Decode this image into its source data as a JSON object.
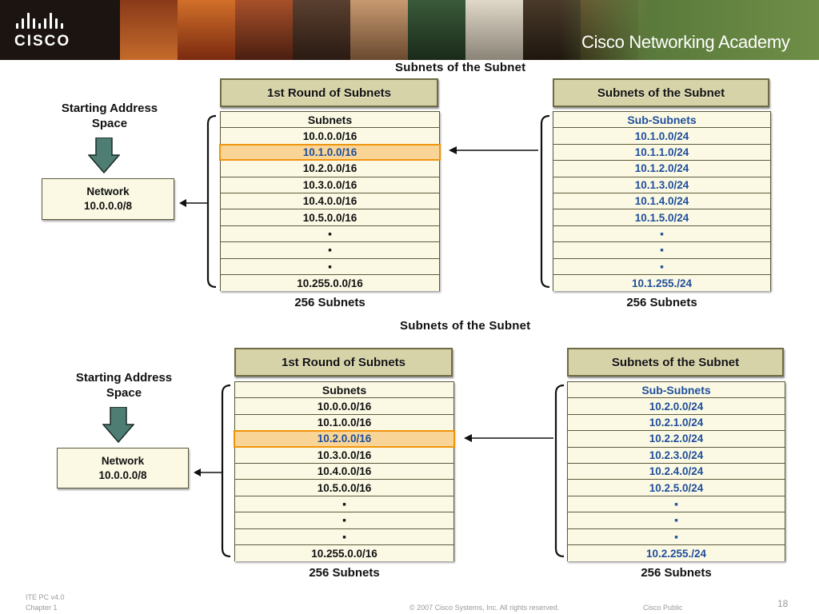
{
  "header": {
    "logo_text": "CISCO",
    "academy_text": "Cisco Networking Academy"
  },
  "diagrams": [
    {
      "title": "Subnets of the Subnet",
      "start_label_line1": "Starting Address",
      "start_label_line2": "Space",
      "network_label": "Network",
      "network_address": "10.0.0.0/8",
      "left_header": "1st Round of Subnets",
      "left_rows": [
        "Subnets",
        "10.0.0.0/16",
        "10.1.0.0/16",
        "10.2.0.0/16",
        "10.3.0.0/16",
        "10.4.0.0/16",
        "10.5.0.0/16",
        "▪",
        "▪",
        "▪",
        "10.255.0.0/16"
      ],
      "left_highlight_index": 2,
      "left_count": "256 Subnets",
      "right_header": "Subnets of the Subnet",
      "right_rows": [
        "Sub-Subnets",
        "10.1.0.0/24",
        "10.1.1.0/24",
        "10.1.2.0/24",
        "10.1.3.0/24",
        "10.1.4.0/24",
        "10.1.5.0/24",
        "▪",
        "▪",
        "▪",
        "10.1.255./24"
      ],
      "right_count": "256 Subnets"
    },
    {
      "title": "Subnets of the Subnet",
      "start_label_line1": "Starting Address",
      "start_label_line2": "Space",
      "network_label": "Network",
      "network_address": "10.0.0.0/8",
      "left_header": "1st Round of Subnets",
      "left_rows": [
        "Subnets",
        "10.0.0.0/16",
        "10.1.0.0/16",
        "10.2.0.0/16",
        "10.3.0.0/16",
        "10.4.0.0/16",
        "10.5.0.0/16",
        "▪",
        "▪",
        "▪",
        "10.255.0.0/16"
      ],
      "left_highlight_index": 3,
      "left_count": "256 Subnets",
      "right_header": "Subnets of the Subnet",
      "right_rows": [
        "Sub-Subnets",
        "10.2.0.0/24",
        "10.2.1.0/24",
        "10.2.2.0/24",
        "10.2.3.0/24",
        "10.2.4.0/24",
        "10.2.5.0/24",
        "▪",
        "▪",
        "▪",
        "10.2.255./24"
      ],
      "right_count": "256 Subnets"
    }
  ],
  "footer": {
    "course": "ITE PC v4.0",
    "chapter": "Chapter 1",
    "copyright": "© 2007 Cisco Systems, Inc. All rights reserved.",
    "classification": "Cisco Public",
    "page_number": "18"
  },
  "colors": {
    "header_bg": "#d7d3a8",
    "row_bg": "#fbf9e4",
    "highlight_bg": "#f8d596",
    "highlight_border": "#f0940c",
    "link_blue": "#1f4e9a",
    "arrow_teal": "#4e7d73"
  }
}
